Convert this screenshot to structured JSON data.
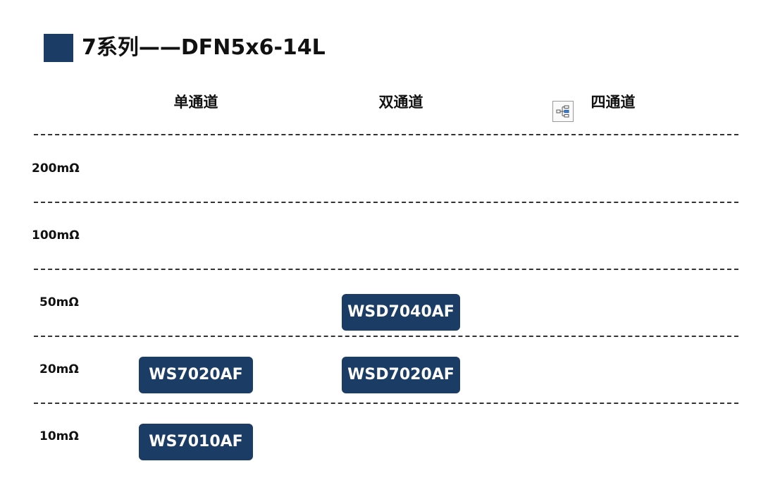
{
  "title": "7系列——DFN5x6-14L",
  "columns": {
    "single": "单通道",
    "dual": "双通道",
    "quad": "四通道",
    "quad_icon": "org-chart-icon"
  },
  "rows": {
    "r200": "200mΩ",
    "r100": "100mΩ",
    "r50": "50mΩ",
    "r20": "20mΩ",
    "r10": "10mΩ"
  },
  "parts": {
    "dual_50": "WSD7040AF",
    "single_20": "WS7020AF",
    "dual_20": "WSD7020AF",
    "single_10": "WS7010AF"
  },
  "colors": {
    "accent": "#1b3d65",
    "chip_text": "#ffffff"
  }
}
